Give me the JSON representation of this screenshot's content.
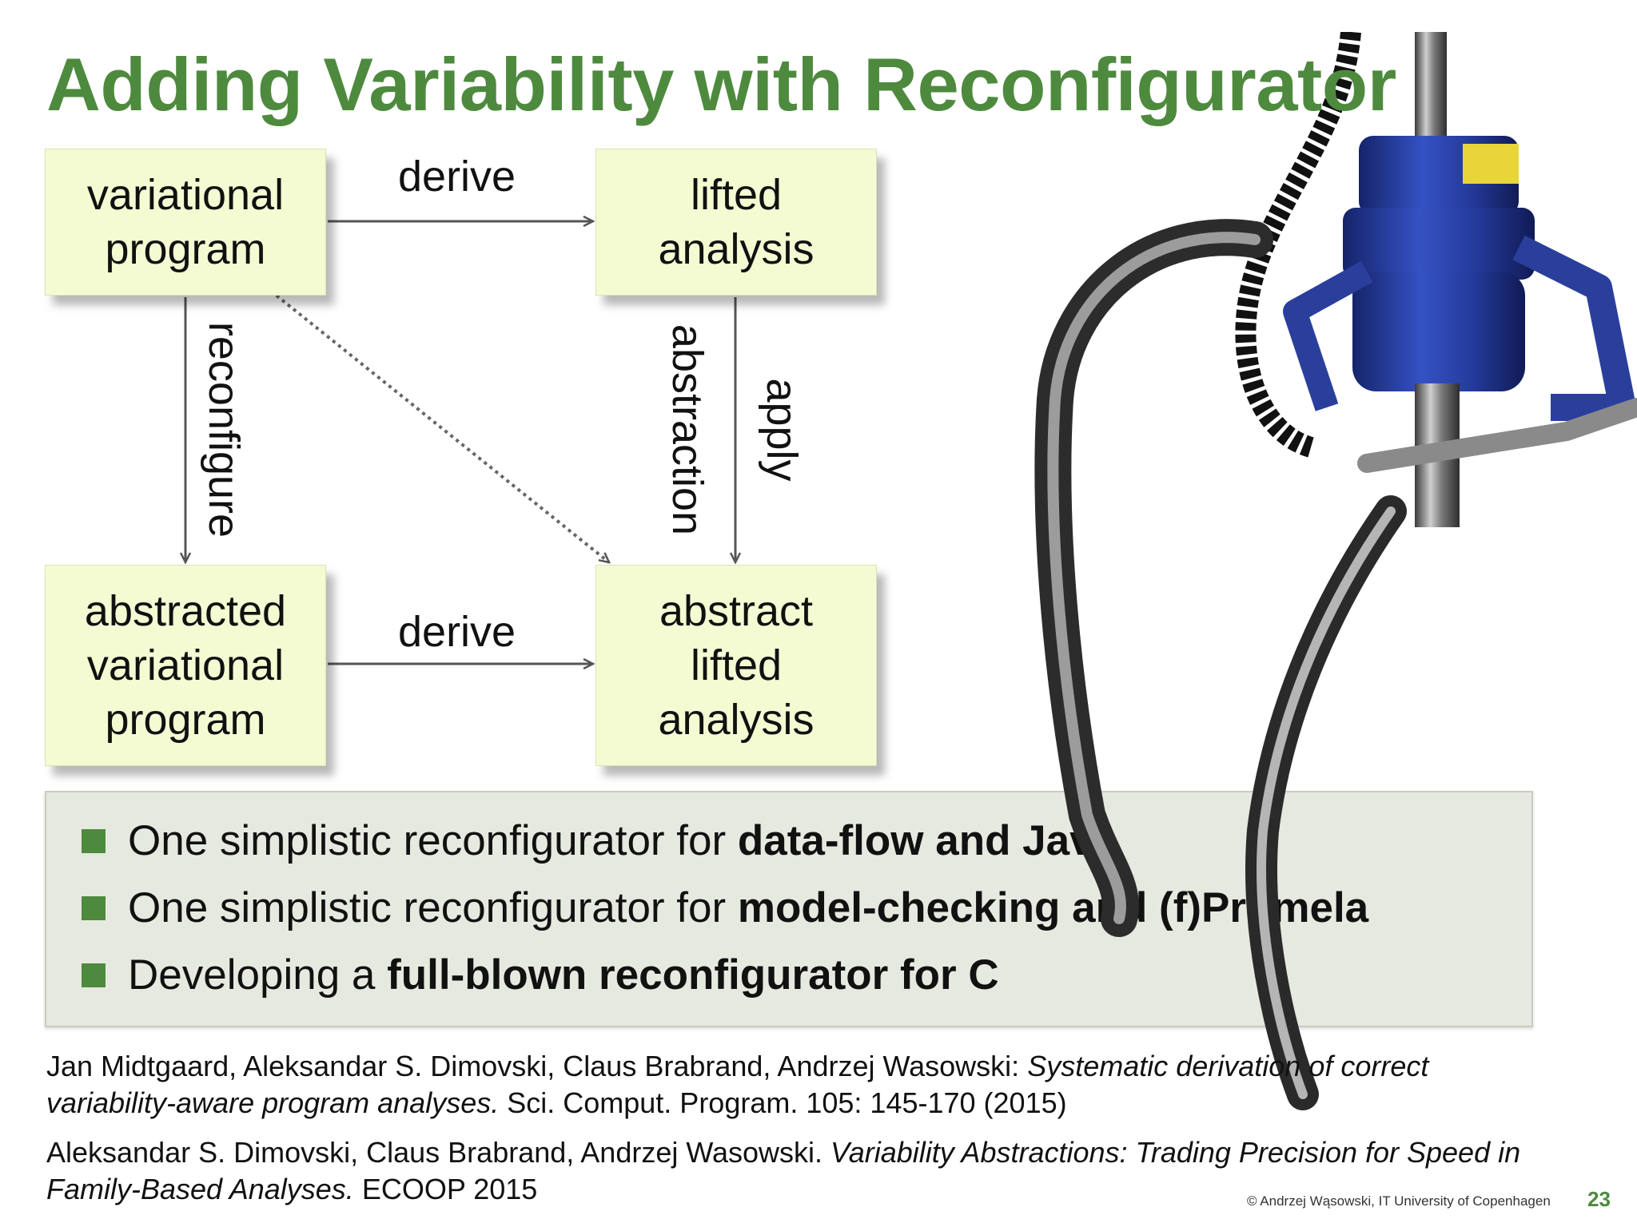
{
  "title": "Adding Variability with Reconfigurator",
  "diagram": {
    "nodes": {
      "variational_program": "variational program",
      "lifted_analysis": "lifted analysis",
      "abstracted_variational_program": "abstracted variational program",
      "abstract_lifted_analysis": "abstract lifted analysis"
    },
    "edges": {
      "derive_top": "derive",
      "derive_bottom": "derive",
      "reconfigure": "reconfigure",
      "abstraction": "abstraction",
      "apply": "apply"
    }
  },
  "bullets": [
    {
      "plain": "One simplistic reconfigurator for ",
      "bold": "data-flow and Java"
    },
    {
      "plain": "One simplistic reconfigurator for ",
      "bold": "model-checking and (f)Promela"
    },
    {
      "plain": "Developing a ",
      "bold": "full-blown reconfigurator for C"
    }
  ],
  "references": [
    {
      "authors": "Jan Midtgaard, Aleksandar S. Dimovski, Claus Brabrand, Andrzej Wasowski: ",
      "title": "Systematic derivation of correct variability-aware program analyses.",
      "venue": " Sci. Comput. Program. 105: 145-170 (2015)"
    },
    {
      "authors": "Aleksandar S. Dimovski, Claus Brabrand, Andrzej Wasowski. ",
      "title": "Variability Abstractions: Trading Precision for Speed in Family-Based Analyses.",
      "venue": " ECOOP 2015"
    }
  ],
  "footer": {
    "copyright": "© Andrzej Wąsowski, IT University of Copenhagen",
    "page": "23"
  },
  "colors": {
    "accent": "#4e8a3e",
    "node_fill": "#f4fbd3",
    "bullet_box": "#e6e9df",
    "robot_blue": "#2a3f9c"
  },
  "icons": {
    "bullet_marker": "green-square",
    "robot": "robotic-claw-image"
  }
}
